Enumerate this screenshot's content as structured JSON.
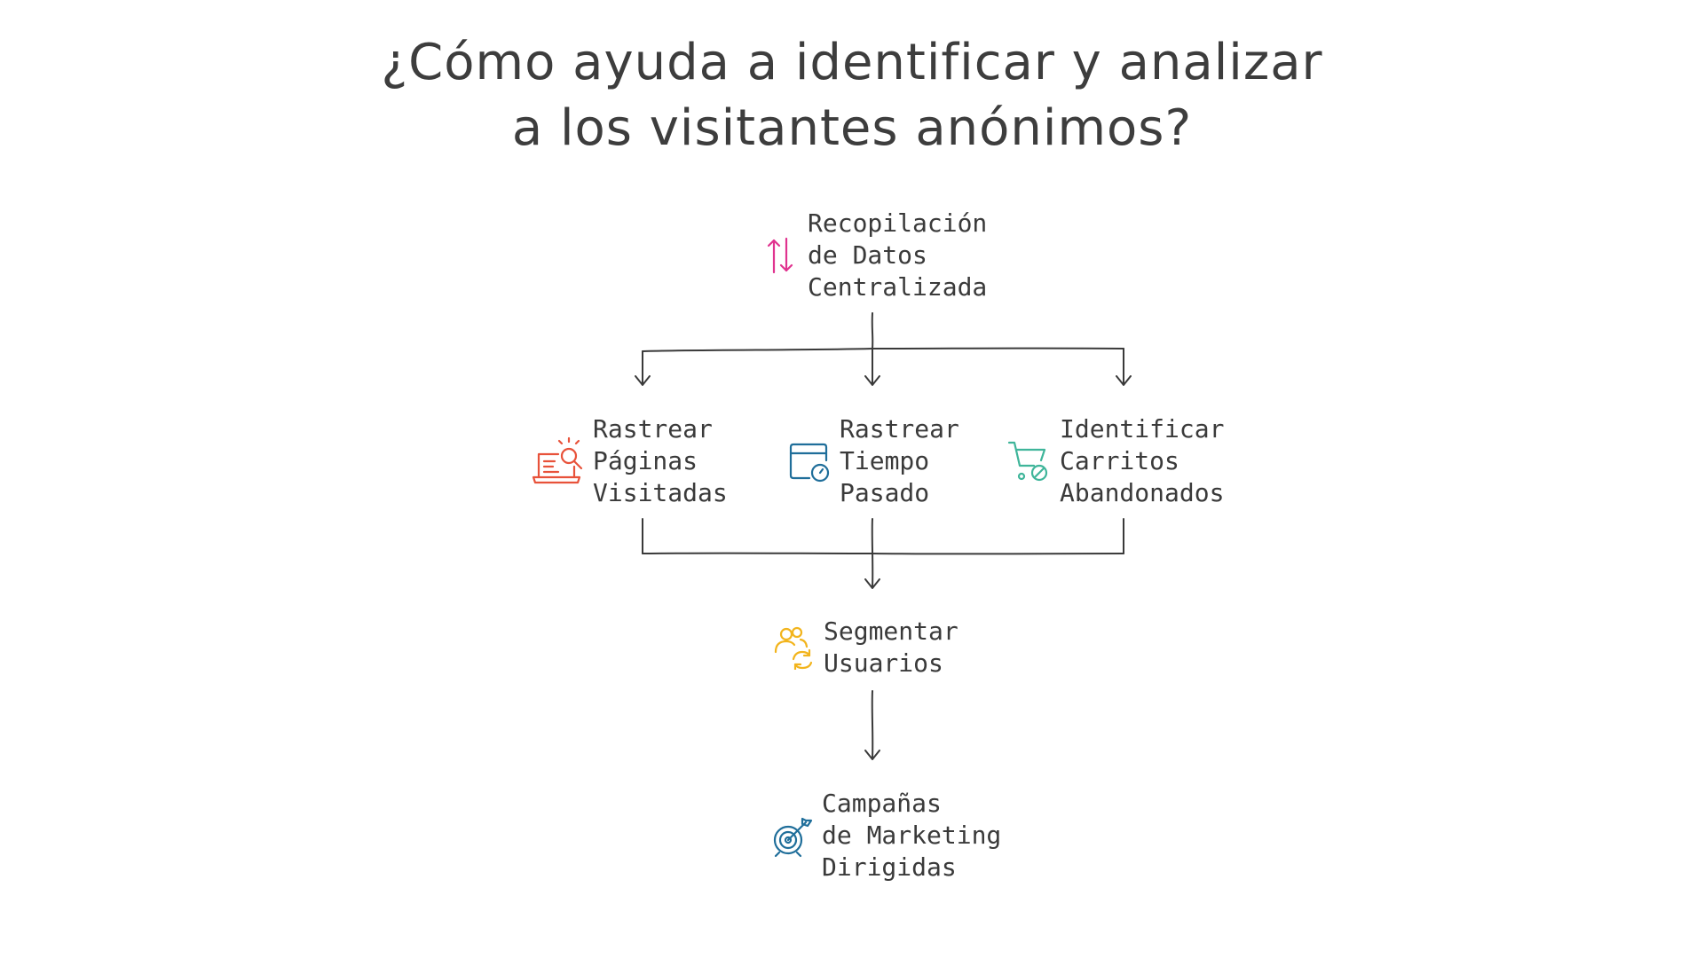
{
  "title": {
    "line1": "¿Cómo ayuda a identificar y analizar",
    "line2": "a los visitantes anónimos?"
  },
  "nodes": {
    "recopilacion": {
      "lines": [
        "Recopilación",
        "de Datos",
        "Centralizada"
      ],
      "icon": "up-down-arrows-icon",
      "color": "#e0338f"
    },
    "paginas": {
      "lines": [
        "Rastrear",
        "Páginas",
        "Visitadas"
      ],
      "icon": "laptop-search-icon",
      "color": "#e8523a"
    },
    "tiempo": {
      "lines": [
        "Rastrear",
        "Tiempo",
        "Pasado"
      ],
      "icon": "browser-clock-icon",
      "color": "#1f6e9a"
    },
    "carritos": {
      "lines": [
        "Identificar",
        "Carritos",
        "Abandonados"
      ],
      "icon": "cart-blocked-icon",
      "color": "#3fb59a"
    },
    "segmentar": {
      "lines": [
        "Segmentar",
        "Usuarios"
      ],
      "icon": "users-sync-icon",
      "color": "#f2b41c"
    },
    "campanas": {
      "lines": [
        "Campañas",
        "de Marketing",
        "Dirigidas"
      ],
      "icon": "target-arrow-icon",
      "color": "#1f6e9a"
    }
  },
  "colors": {
    "line": "#3a3a3a",
    "text": "#3a3a3a"
  }
}
